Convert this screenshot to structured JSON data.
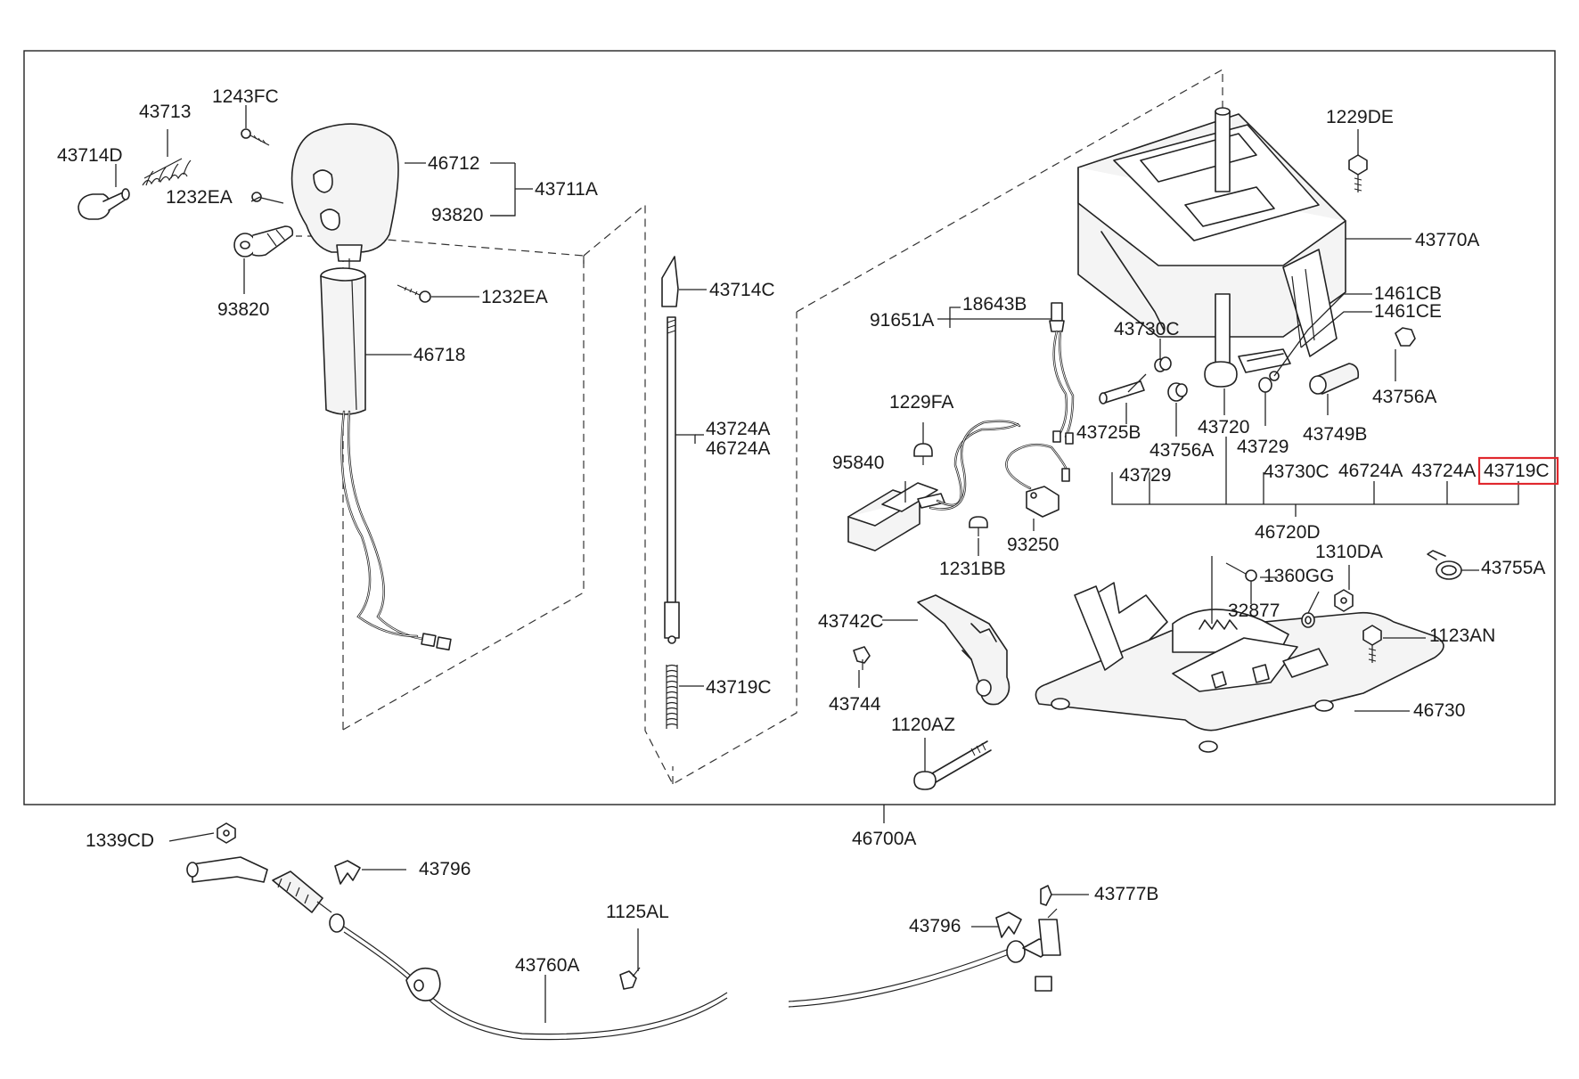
{
  "highlight_part": "43719C",
  "colors": {
    "highlight": "#e0282e",
    "line": "#222222"
  },
  "labels": {
    "p43714D": "43714D",
    "p43713": "43713",
    "p1243FC": "1243FC",
    "p1232EA_a": "1232EA",
    "p46712": "46712",
    "p43711A": "43711A",
    "p93820_a": "93820",
    "p93820_b": "93820",
    "p1232EA_b": "1232EA",
    "p46718": "46718",
    "p43714C": "43714C",
    "p43724A_a": "43724A",
    "p46724A_a": "46724A",
    "p43719C_a": "43719C",
    "p91651A": "91651A",
    "p18643B": "18643B",
    "p1229FA": "1229FA",
    "p95840": "95840",
    "p93250": "93250",
    "p1231BB": "1231BB",
    "p43742C": "43742C",
    "p43744": "43744",
    "p1120AZ": "1120AZ",
    "p1229DE": "1229DE",
    "p43770A": "43770A",
    "p1461CB": "1461CB",
    "p1461CE": "1461CE",
    "p43730C_a": "43730C",
    "p43756A_a": "43756A",
    "p43725B": "43725B",
    "p43720": "43720",
    "p43749B": "43749B",
    "p43756A_b": "43756A",
    "p43729_a": "43729",
    "p43729_b": "43729",
    "p43730C_b": "43730C",
    "p46724A_b": "46724A",
    "p43724A_b": "43724A",
    "p43719C_b": "43719C",
    "p46720D": "46720D",
    "p1360GG": "1360GG",
    "p1310DA": "1310DA",
    "p32877": "32877",
    "p43755A": "43755A",
    "p1123AN": "1123AN",
    "p46730": "46730",
    "p46700A": "46700A",
    "p1339CD": "1339CD",
    "p43796_a": "43796",
    "p1125AL": "1125AL",
    "p43760A": "43760A",
    "p43777B": "43777B",
    "p43796_b": "43796"
  }
}
